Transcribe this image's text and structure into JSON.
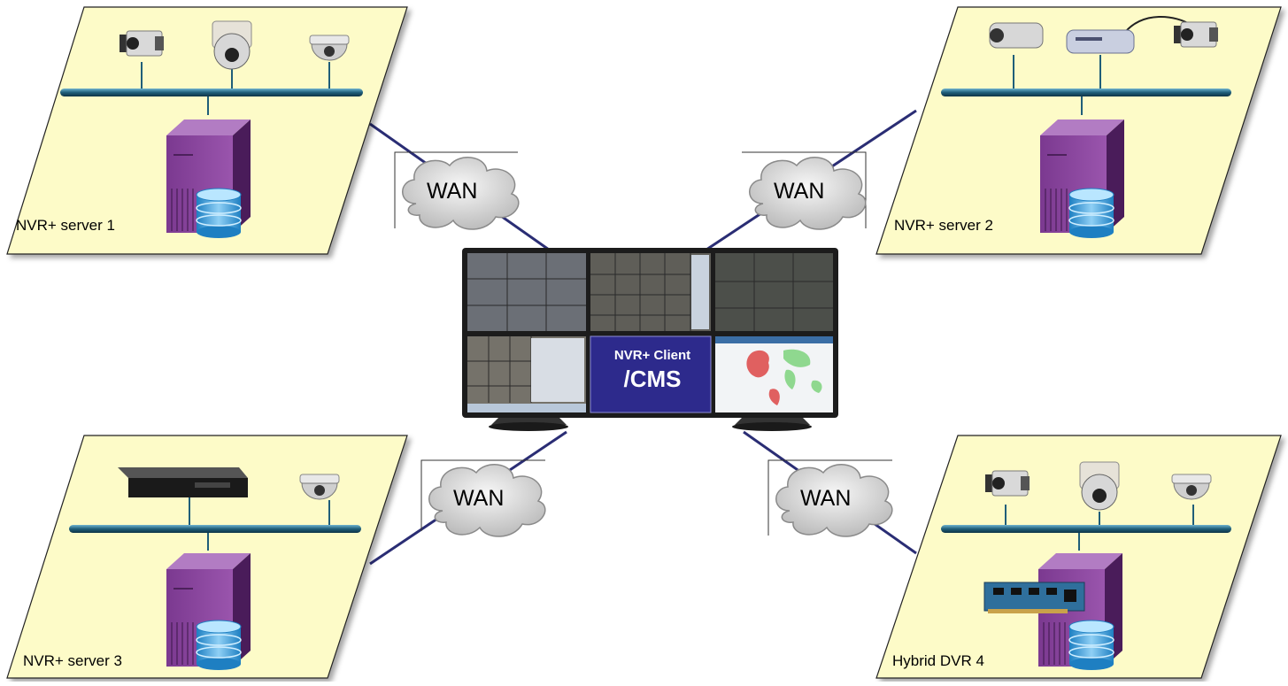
{
  "sites": [
    {
      "label": "NVR+ server 1"
    },
    {
      "label": "NVR+ server 2"
    },
    {
      "label": "NVR+ server 3"
    },
    {
      "label": "Hybrid DVR 4"
    }
  ],
  "wan": [
    "WAN",
    "WAN",
    "WAN",
    "WAN"
  ],
  "client": {
    "line1": "NVR+ Client",
    "line2": "/CMS"
  },
  "colors": {
    "panel": "#fdfbc8",
    "link": "#2a2d74",
    "server": "#6b2a7e",
    "bus": "#1f5e79",
    "client_panel": "#2d2a8c"
  }
}
